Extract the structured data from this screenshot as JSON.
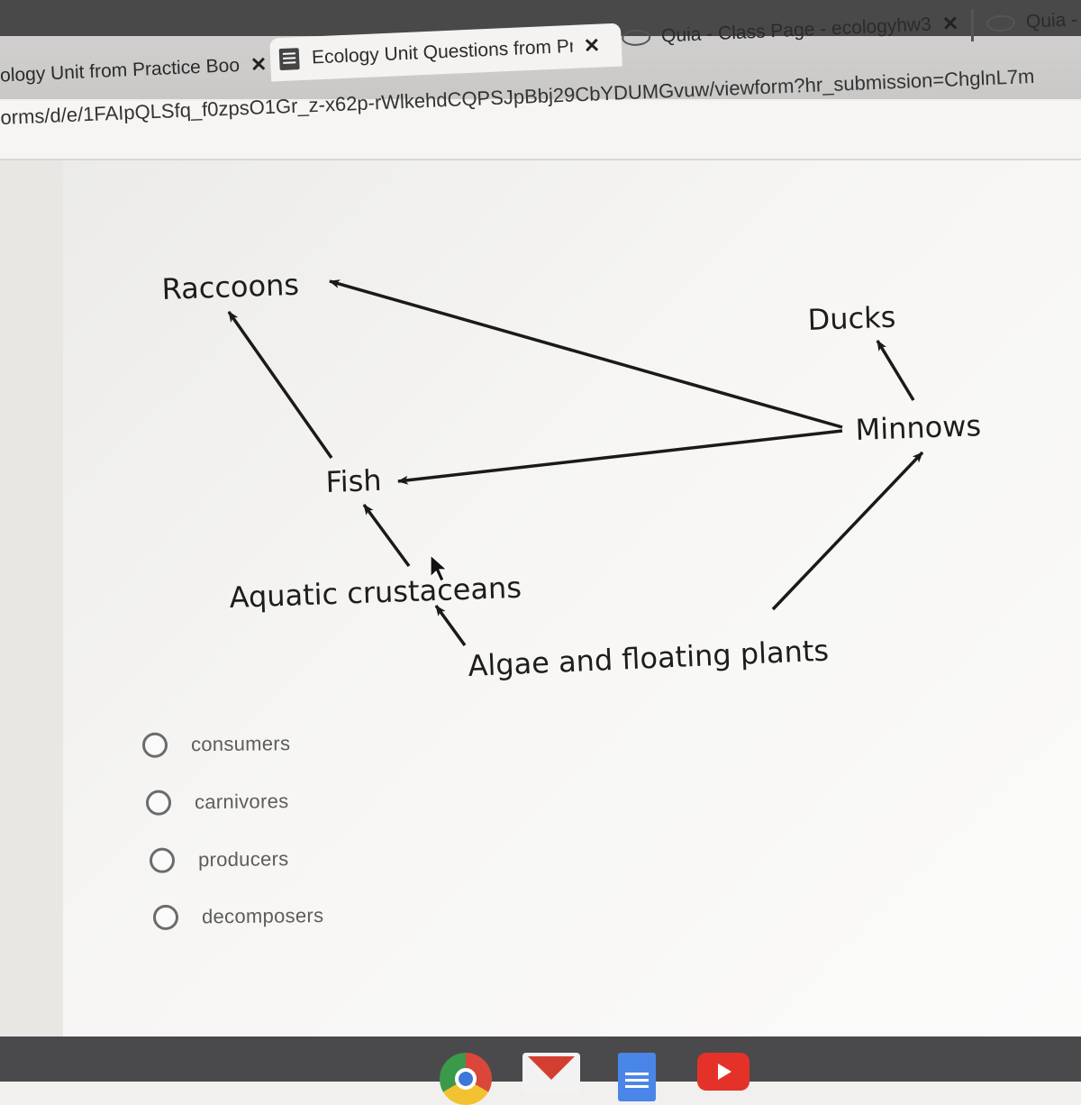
{
  "browser": {
    "tabs": [
      {
        "label": "ology Unit from Practice Boo",
        "close": "✕",
        "icon": "none"
      },
      {
        "label": "Ecology Unit Questions from Pr",
        "close": "✕",
        "icon": "forms-doc-icon"
      },
      {
        "label": "Quia - Class Page - ecologyhw3",
        "close": "✕",
        "icon": "quia-icon"
      },
      {
        "label": "Quia -",
        "icon": "quia-icon"
      }
    ],
    "url": "orms/d/e/1FAIpQLSfq_f0zpsO1Gr_z-x62p-rWlkehdCQPSJpBbj29CbYDUMGvuw/viewform?hr_submission=ChglnL7m"
  },
  "food_web": {
    "nodes": {
      "raccoons": "Raccoons",
      "ducks": "Ducks",
      "minnows": "Minnows",
      "fish": "Fish",
      "crustaceans": "Aquatic crustaceans",
      "algae": "Algae and floating plants"
    },
    "edges": [
      {
        "from": "Fish",
        "to": "Raccoons"
      },
      {
        "from": "Minnows",
        "to": "Raccoons"
      },
      {
        "from": "Minnows",
        "to": "Ducks"
      },
      {
        "from": "Minnows",
        "to": "Fish"
      },
      {
        "from": "Aquatic crustaceans",
        "to": "Fish"
      },
      {
        "from": "Algae and floating plants",
        "to": "Aquatic crustaceans"
      },
      {
        "from": "Algae and floating plants",
        "to": "Minnows"
      }
    ]
  },
  "question": {
    "options": [
      "consumers",
      "carnivores",
      "producers",
      "decomposers"
    ],
    "selected": null
  },
  "taskbar": {
    "icons": [
      "chrome-icon",
      "gmail-icon",
      "docs-icon",
      "youtube-icon"
    ]
  }
}
